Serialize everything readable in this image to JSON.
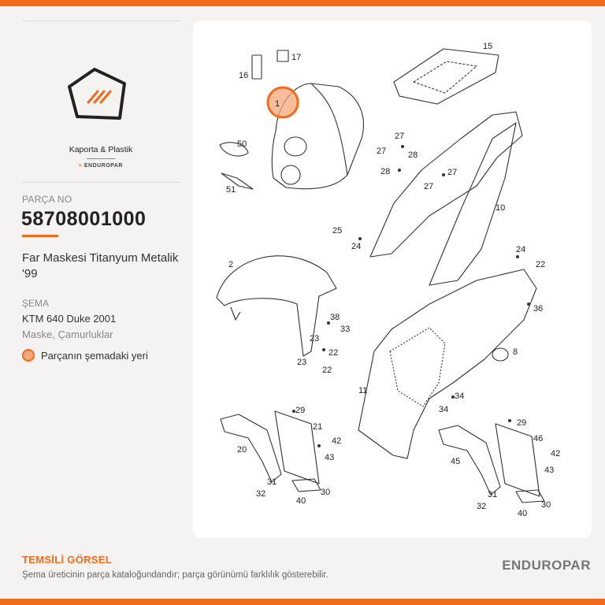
{
  "category": "Kaporta & Plastik",
  "brand_small": "ENDUROPAR",
  "part": {
    "label": "PARÇA NO",
    "number": "58708001000",
    "name": "Far Maskesi Titanyum Metalik '99"
  },
  "schema": {
    "label": "ŞEMA",
    "model": "KTM 640 Duke 2001",
    "group": "Maske, Çamurluklar"
  },
  "legend": "Parçanın şemadaki yeri",
  "footer": {
    "title": "TEMSİLİ GÖRSEL",
    "note": "Şema üreticinin parça kataloğundandır; parça görünümü farklılık gösterebilir.",
    "brand": "ENDUROPAR"
  },
  "colors": {
    "accent": "#f26b1d",
    "highlight_fill": "#f5a87a"
  },
  "diagram": {
    "highlighted_callout": "1",
    "callouts": [
      "15",
      "16",
      "17",
      "1",
      "27",
      "27",
      "28",
      "28",
      "27",
      "27",
      "50",
      "51",
      "10",
      "25",
      "24",
      "24",
      "22",
      "2",
      "36",
      "38",
      "33",
      "23",
      "22",
      "23",
      "22",
      "8",
      "11",
      "34",
      "34",
      "29",
      "21",
      "42",
      "43",
      "20",
      "31",
      "32",
      "30",
      "40",
      "29",
      "46",
      "42",
      "43",
      "45",
      "31",
      "32",
      "30",
      "40"
    ]
  }
}
